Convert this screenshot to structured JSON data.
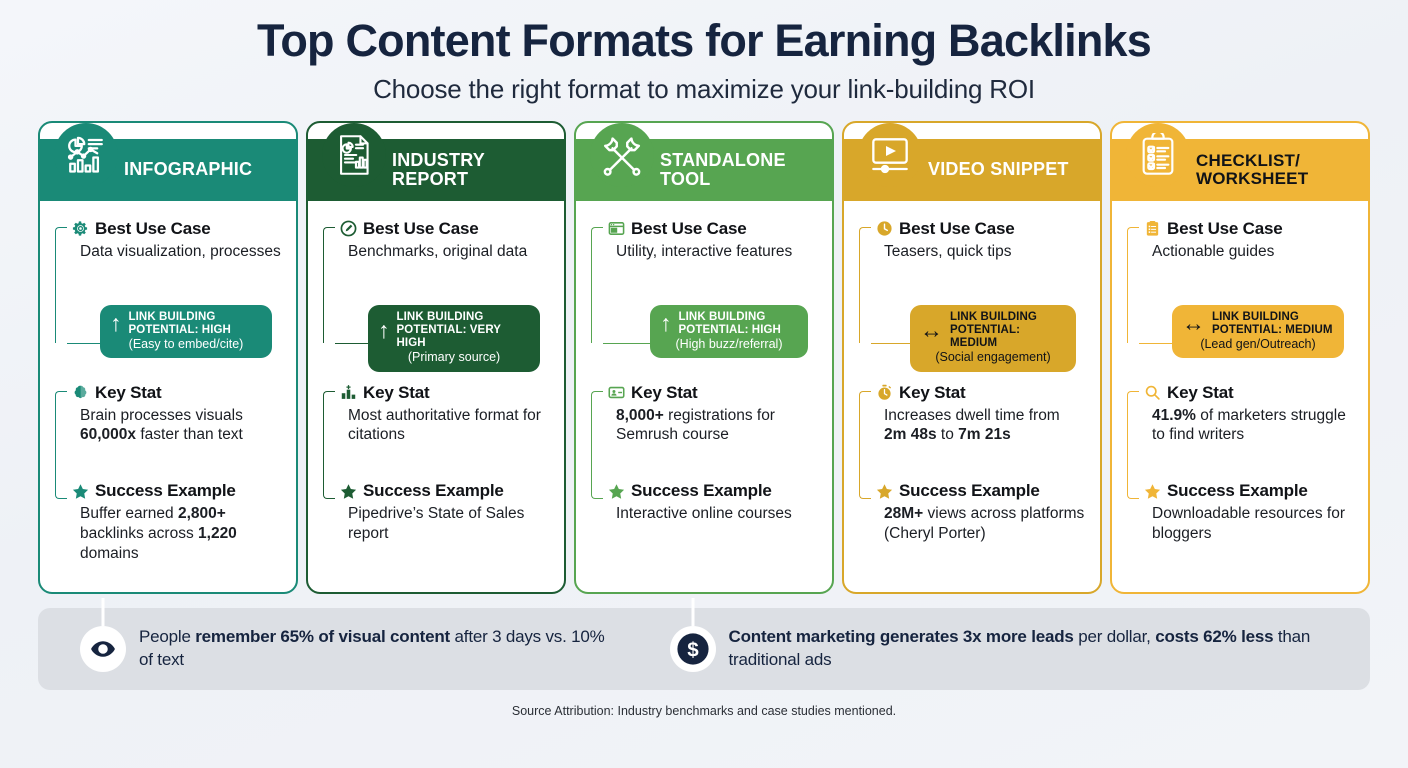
{
  "header": {
    "title": "Top Content Formats for Earning Backlinks",
    "subtitle": "Choose the right format to maximize your link-building ROI"
  },
  "labels": {
    "best_use_case": "Best Use Case",
    "key_stat": "Key Stat",
    "success_example": "Success Example"
  },
  "cards": [
    {
      "title": "INFOGRAPHIC",
      "accent": "#1a8a77",
      "header_text_color": "#ffffff",
      "badge_text_color": "#ffffff",
      "icon": "chart-infographic-icon",
      "best_use_icon": "gear-icon",
      "best_use_case": "Data visualization, processes",
      "link_badge": {
        "arrow": "↑",
        "main": "LINK BUILDING POTENTIAL: HIGH",
        "sub": "(Easy to embed/cite)"
      },
      "key_stat_icon": "brain-icon",
      "key_stat_html": "Brain processes visuals <b>60,000x</b> faster than text",
      "success_icon": "star-icon",
      "success_html": "Buffer earned <b>2,800+</b> backlinks across <b>1,220</b> domains"
    },
    {
      "title": "INDUSTRY REPORT",
      "accent": "#1d5c33",
      "header_text_color": "#ffffff",
      "badge_text_color": "#ffffff",
      "icon": "report-document-icon",
      "best_use_icon": "pen-circle-icon",
      "best_use_case": "Benchmarks, original data",
      "link_badge": {
        "arrow": "↑",
        "main": "LINK BUILDING POTENTIAL: VERY HIGH",
        "sub": "(Primary source)"
      },
      "key_stat_icon": "bar-chart-icon",
      "key_stat_html": "Most authoritative format for citations",
      "success_icon": "star-icon",
      "success_html": "Pipedrive’s State of Sales report"
    },
    {
      "title": "STANDALONE TOOL",
      "accent": "#57a551",
      "header_text_color": "#ffffff",
      "badge_text_color": "#ffffff",
      "icon": "wrench-tools-icon",
      "best_use_icon": "browser-window-icon",
      "best_use_case": "Utility, interactive features",
      "link_badge": {
        "arrow": "↑",
        "main": "LINK BUILDING POTENTIAL: HIGH",
        "sub": "(High buzz/referral)"
      },
      "key_stat_icon": "id-card-icon",
      "key_stat_html": "<b>8,000+</b> registrations for Semrush course",
      "success_icon": "star-icon",
      "success_html": "Interactive online courses"
    },
    {
      "title": "VIDEO SNIPPET",
      "accent": "#d8a72a",
      "header_text_color": "#ffffff",
      "badge_text_color": "#111317",
      "icon": "video-player-icon",
      "best_use_icon": "clock-icon",
      "best_use_case": "Teasers, quick tips",
      "link_badge": {
        "arrow": "↔",
        "main": "LINK BUILDING POTENTIAL: MEDIUM",
        "sub": "(Social engagement)"
      },
      "key_stat_icon": "stopwatch-icon",
      "key_stat_html": "Increases dwell time from <b>2m 48s</b> to <b>7m 21s</b>",
      "success_icon": "star-icon",
      "success_html": "<b>28M+</b> views across platforms (Cheryl Porter)"
    },
    {
      "title": "CHECKLIST/ WORKSHEET",
      "accent": "#f0b537",
      "header_text_color": "#111317",
      "badge_text_color": "#111317",
      "icon": "clipboard-checklist-icon",
      "best_use_icon": "clipboard-icon",
      "best_use_case": "Actionable guides",
      "link_badge": {
        "arrow": "↔",
        "main": "LINK BUILDING POTENTIAL: MEDIUM",
        "sub": "(Lead gen/Outreach)"
      },
      "key_stat_icon": "magnifier-icon",
      "key_stat_html": "<b>41.9%</b> of marketers struggle to find writers",
      "success_icon": "star-icon",
      "success_html": "Downloadable resources for bloggers"
    }
  ],
  "footer_stats": [
    {
      "icon": "eye-icon",
      "text_html": "People <b>remember 65% of visual content</b> after 3 days vs. 10% of text"
    },
    {
      "icon": "dollar-icon",
      "text_html": "<b>Content marketing generates 3x more leads</b> per dollar, <b>costs 62% less</b> than traditional ads"
    }
  ],
  "source_note": "Source Attribution: Industry benchmarks and case studies mentioned."
}
